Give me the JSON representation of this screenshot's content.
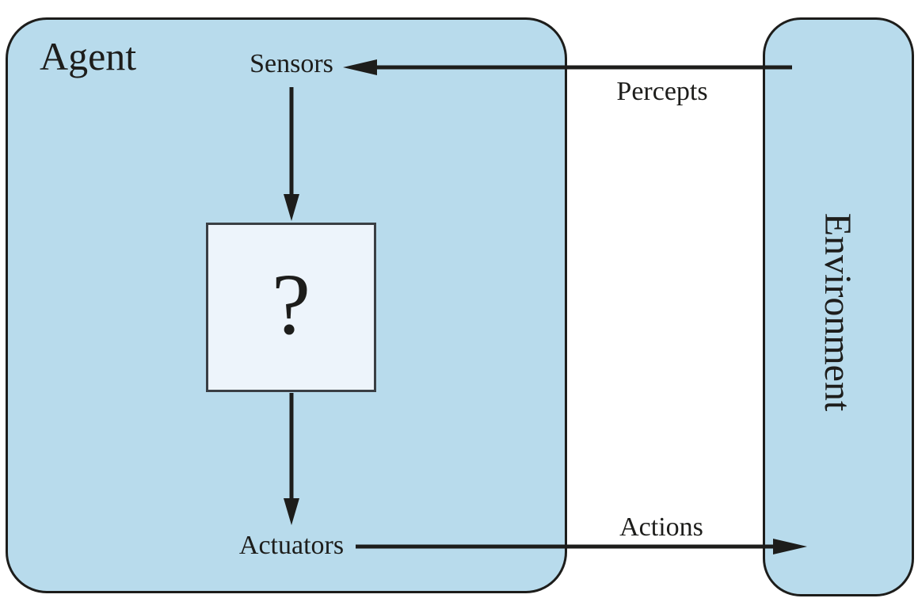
{
  "diagram": {
    "agent": {
      "label": "Agent"
    },
    "environment": {
      "label": "Environment"
    },
    "sensors": {
      "label": "Sensors"
    },
    "actuators": {
      "label": "Actuators"
    },
    "program": {
      "label": "?"
    },
    "percepts": {
      "label": "Percepts"
    },
    "actions": {
      "label": "Actions"
    }
  },
  "colors": {
    "box_fill": "#b8dbec",
    "program_box_fill": "#edf4fb",
    "stroke": "#1d1d1b",
    "background": "#ffffff"
  }
}
